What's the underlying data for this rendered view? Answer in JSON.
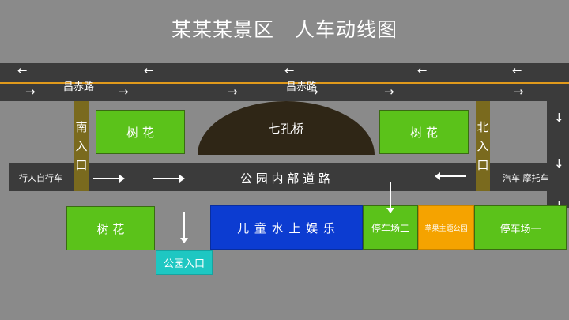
{
  "title": "某某某景区　人车动线图",
  "roads": {
    "top_road_label_left": "昌赤路",
    "top_road_label_mid": "昌赤路",
    "inner_road_label": "公 园 内 部 道 路",
    "left_entry_label": "行人自行车",
    "right_entry_label": "汽车 摩托车"
  },
  "gates": {
    "south": [
      "南",
      "入",
      "口"
    ],
    "north": [
      "北",
      "入",
      "口"
    ]
  },
  "areas": {
    "tree_flower_1": "树 花",
    "tree_flower_2": "树 花",
    "tree_flower_3": "树 花",
    "bridge": "七孔桥",
    "water_park": "儿 童 水 上 娱 乐",
    "parking_2": "停车场二",
    "theme_park": "苹果主题公园",
    "parking_1": "停车场一",
    "park_entrance": "公园入口"
  },
  "arrows": {
    "left": "←",
    "right": "→",
    "down": "↓"
  },
  "colors": {
    "background": "#8a8a8a",
    "road": "#3b3b3b",
    "green": "#5bc21a",
    "blue": "#0c3cd1",
    "orange": "#f5a300",
    "cyan": "#1ec7c2",
    "gate": "#7a6a1e",
    "bridge": "#2f2616",
    "center_line": "#e09a1c"
  }
}
